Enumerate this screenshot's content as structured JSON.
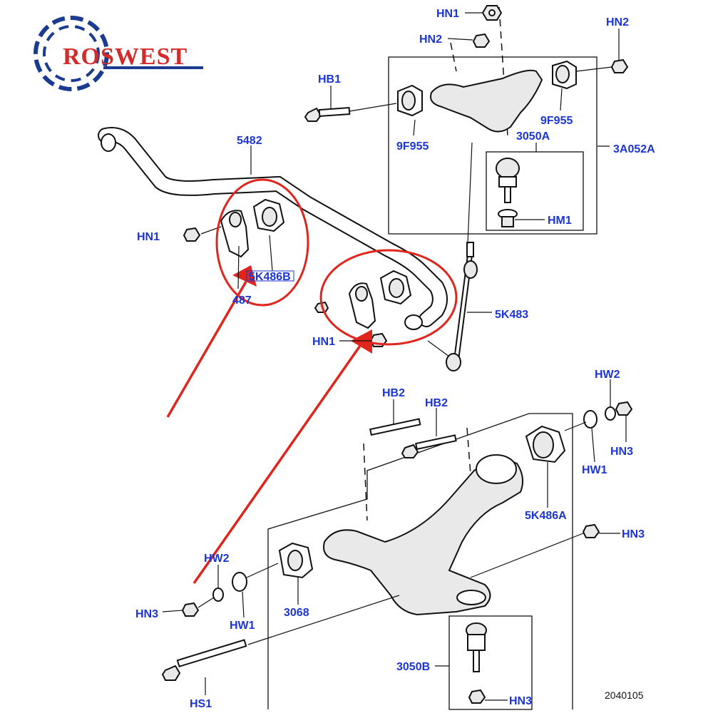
{
  "logo": {
    "text": "ROSWEST",
    "colors": {
      "red": "#d42a2a",
      "blue": "#1a3b8f"
    }
  },
  "colors": {
    "label": "#1b35d6",
    "highlight": "#e0251d",
    "line": "#111111"
  },
  "labels": {
    "hn1_top": "HN1",
    "hn2_top": "HN2",
    "hn2_right": "HN2",
    "hb1": "HB1",
    "f955_right": "9F955",
    "f955_left": "9F955",
    "a3050": "3050A",
    "a3a052": "3A052A",
    "hm1": "HM1",
    "p5482": "5482",
    "hn1_left": "HN1",
    "k486b": "5K486B",
    "p487": "487",
    "k483": "5K483",
    "hn1_mid": "HN1",
    "hb2_left": "HB2",
    "hb2_right": "HB2",
    "hw2_right": "HW2",
    "hn3_right": "HN3",
    "hw1_right": "HW1",
    "k486a": "5K486A",
    "hn3_mid": "HN3",
    "hw2_left": "HW2",
    "hn3_left": "HN3",
    "hw1_left": "HW1",
    "p3068": "3068",
    "b3050": "3050B",
    "hn3_bottom": "HN3",
    "hs1": "HS1"
  },
  "reference_number": "2040105"
}
